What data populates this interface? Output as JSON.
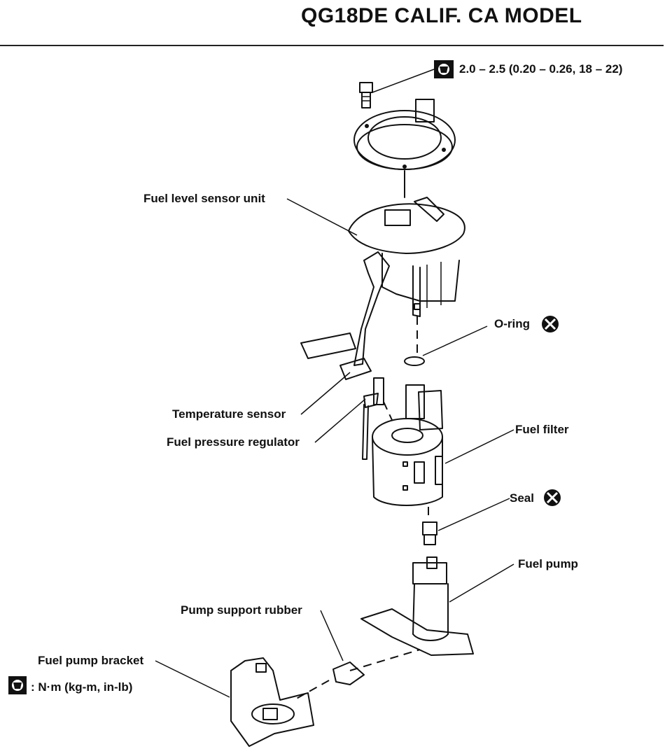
{
  "header": {
    "title": "QG18DE CALIF. CA MODEL"
  },
  "torque": {
    "value": "2.0 – 2.5 (0.20 – 0.26, 18 – 22)",
    "icon": "torque-wrench-icon"
  },
  "legend": {
    "text": ": N·m (kg-m, in-lb)",
    "icon": "torque-wrench-icon"
  },
  "labels": {
    "fuel_level_sensor_unit": "Fuel level sensor unit",
    "o_ring": "O-ring",
    "temperature_sensor": "Temperature sensor",
    "fuel_pressure_regulator": "Fuel pressure regulator",
    "fuel_filter": "Fuel filter",
    "seal": "Seal",
    "fuel_pump": "Fuel pump",
    "pump_support_rubber": "Pump support rubber",
    "fuel_pump_bracket": "Fuel pump bracket"
  },
  "colors": {
    "ink": "#111111",
    "background": "#ffffff"
  },
  "symbols": {
    "do_not_reuse": "x-circle-icon"
  }
}
